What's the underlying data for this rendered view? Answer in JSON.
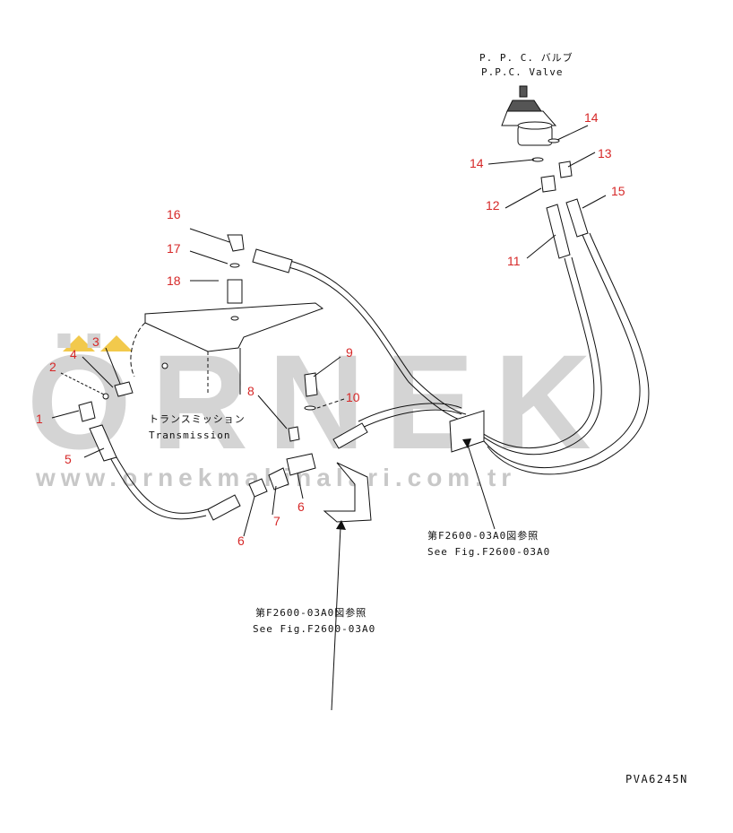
{
  "labels": {
    "ppc_valve_jp": "P. P. C. バルブ",
    "ppc_valve_en": "P.P.C. Valve",
    "transmission_jp": "トランスミッション",
    "transmission_en": "Transmission",
    "ref_right_jp": "第F2600-03A0図参照",
    "ref_right_en": "See Fig.F2600-03A0",
    "ref_bottom_jp": "第F2600-03A0図参照",
    "ref_bottom_en": "See Fig.F2600-03A0",
    "drawing_code": "PVA6245N"
  },
  "watermark": {
    "brand": "ÖRNEK",
    "url": "www.ornekmakinalari.com.tr",
    "color": "#d4d4d4",
    "accent": "#f2c94c"
  },
  "callouts": {
    "n1": "1",
    "n2": "2",
    "n3": "3",
    "n4": "4",
    "n5": "5",
    "n6a": "6",
    "n6b": "6",
    "n7": "7",
    "n8": "8",
    "n9": "9",
    "n10": "10",
    "n11": "11",
    "n12": "12",
    "n13": "13",
    "n14a": "14",
    "n14b": "14",
    "n15": "15",
    "n16": "16",
    "n17": "17",
    "n18": "18"
  },
  "colors": {
    "callout": "#d62828",
    "line": "#111111"
  }
}
